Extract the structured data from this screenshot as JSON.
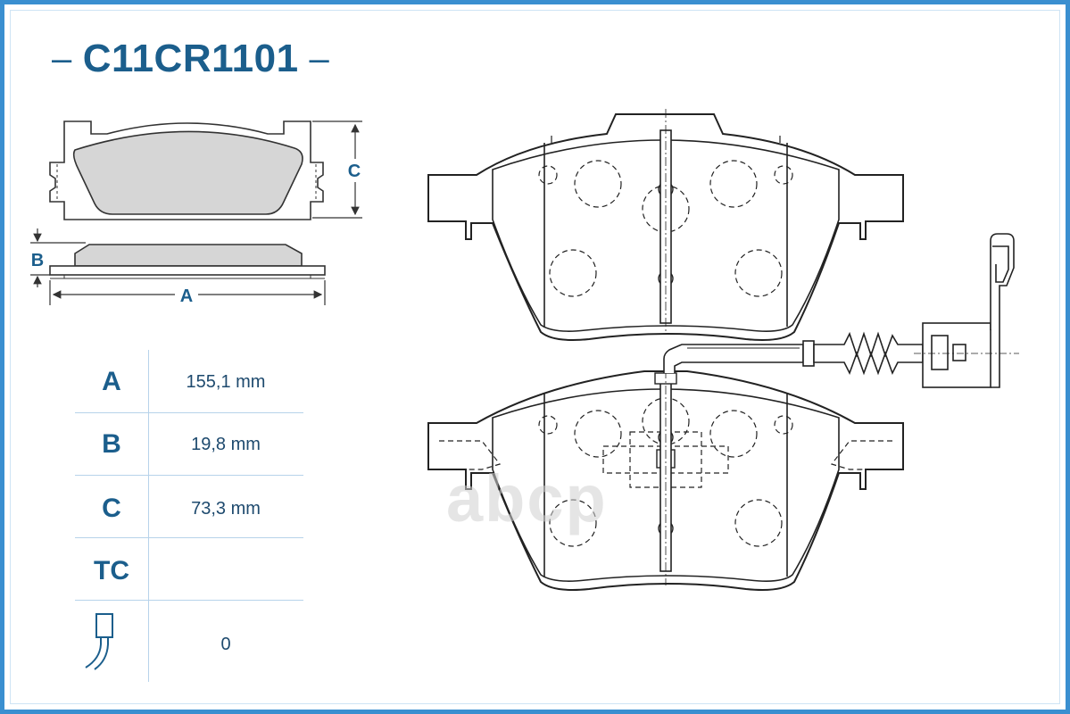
{
  "title": {
    "code": "C11CR1101",
    "dash_left": "–",
    "dash_right": "–"
  },
  "dimension_labels": {
    "a": "A",
    "b": "B",
    "c": "C"
  },
  "specs": [
    {
      "key": "A",
      "value": "155,1 mm"
    },
    {
      "key": "B",
      "value": "19,8 mm"
    },
    {
      "key": "C",
      "value": "73,3 mm"
    },
    {
      "key": "TC",
      "value": ""
    },
    {
      "key": "",
      "icon": "wear-sensor-icon",
      "value": "0"
    }
  ],
  "watermark": "abcp",
  "colors": {
    "frame": "#3a8fd0",
    "ink": "#1b5e8c",
    "pad_fill": "#d6d6d6",
    "line": "#222222"
  }
}
